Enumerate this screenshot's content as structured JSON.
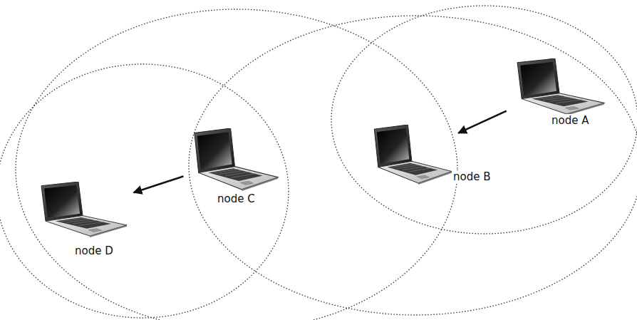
{
  "diagram": {
    "nodes": [
      {
        "text": [
          "node A"
        ]
      },
      {
        "text": [
          "node B"
        ]
      },
      {
        "text": [
          "node C"
        ]
      },
      {
        "text": [
          "node D"
        ]
      }
    ],
    "edges": [
      {
        "from": 0,
        "to": 1,
        "arrow": "to"
      },
      {
        "from": 2,
        "to": 3,
        "arrow": "to"
      }
    ]
  }
}
